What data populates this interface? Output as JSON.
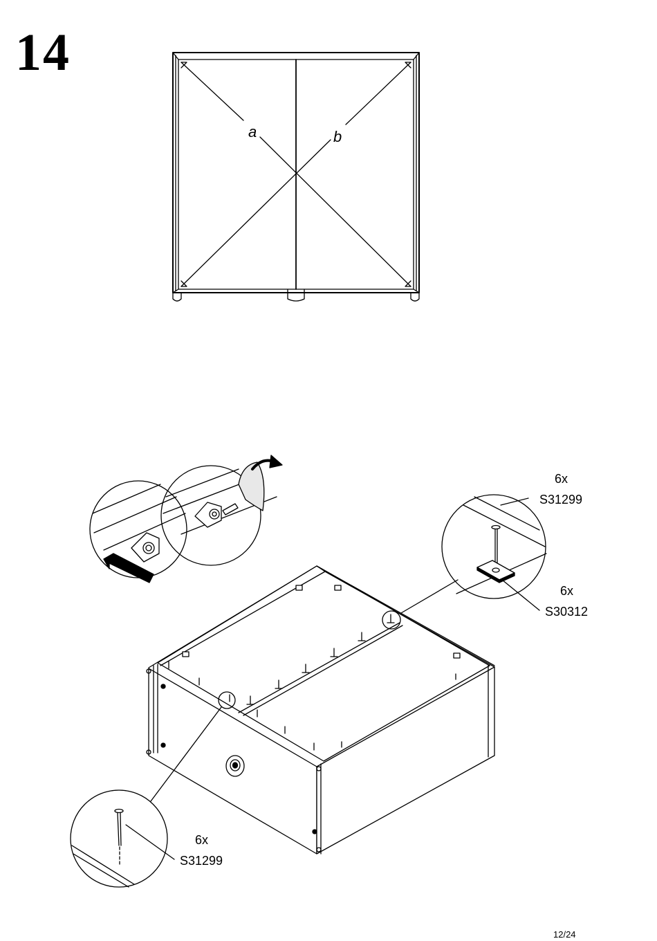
{
  "step": {
    "number": "14"
  },
  "front_view": {
    "door_left_label": "a",
    "door_right_label": "b"
  },
  "callouts": {
    "top_right": {
      "nail_qty": "6x",
      "nail_code": "S31299",
      "plate_qty": "6x",
      "plate_code": "S30312"
    },
    "bottom_left": {
      "nail_qty": "6x",
      "nail_code": "S31299"
    }
  },
  "page": {
    "number": "12/24"
  }
}
